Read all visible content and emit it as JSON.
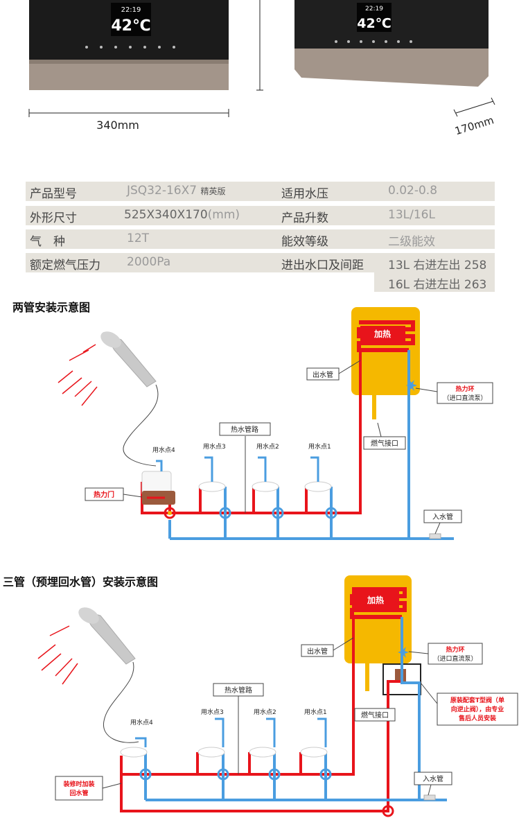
{
  "product_images": {
    "display_time": "22:19",
    "display_temp": "42℃",
    "width_label": "340mm",
    "depth_label": "170mm"
  },
  "specs": {
    "rows": [
      {
        "label1": "产品型号",
        "value1": "JSQ32-16X7",
        "value1_suffix": "精英版",
        "label2": "适用水压",
        "value2": "0.02-0.8"
      },
      {
        "label1": "外形尺寸",
        "value1": "525X340X170",
        "value1_suffix": "(mm)",
        "label2": "产品升数",
        "value2": "13L/16L"
      },
      {
        "label1": "气　种",
        "value1": "12T",
        "value1_suffix": "",
        "label2": "能效等级",
        "value2": "二级能效"
      },
      {
        "label1": "额定燃气压力",
        "value1": "2000Pa",
        "value1_suffix": "",
        "label2": "进出水口及间距",
        "value2": "13L 右进左出 258"
      }
    ],
    "extra_value": "16L 右进左出 263"
  },
  "diagram1": {
    "title": "两管安装示意图",
    "heater_label": "加热",
    "outlet_label": "出水管",
    "heat_ring_label": "热力环",
    "heat_ring_sub": "（进口直流泵）",
    "gas_label": "燃气接口",
    "hot_pipe_label": "热水管路",
    "points": [
      "用水点4",
      "用水点3",
      "用水点2",
      "用水点1"
    ],
    "valve_label": "热力门",
    "inlet_label": "入水管"
  },
  "diagram2": {
    "title": "三管（预埋回水管）安装示意图",
    "heater_label": "加热",
    "outlet_label": "出水管",
    "heat_ring_label": "热力环",
    "heat_ring_sub": "（进口直流泵）",
    "gas_label": "燃气接口",
    "hot_pipe_label": "热水管路",
    "points": [
      "用水点4",
      "用水点3",
      "用水点2",
      "用水点1"
    ],
    "tvalve_line1": "原装配套T型阀（单",
    "tvalve_line2": "向逆止阀），由专业",
    "tvalve_line3": "售后人员安装",
    "return_line1": "装修时加装",
    "return_line2": "回水管",
    "inlet_label": "入水管"
  },
  "colors": {
    "hot": "#e8141b",
    "cold": "#4a9de0",
    "heater": "#f5b800",
    "spec_bg": "#e6e3dc"
  }
}
